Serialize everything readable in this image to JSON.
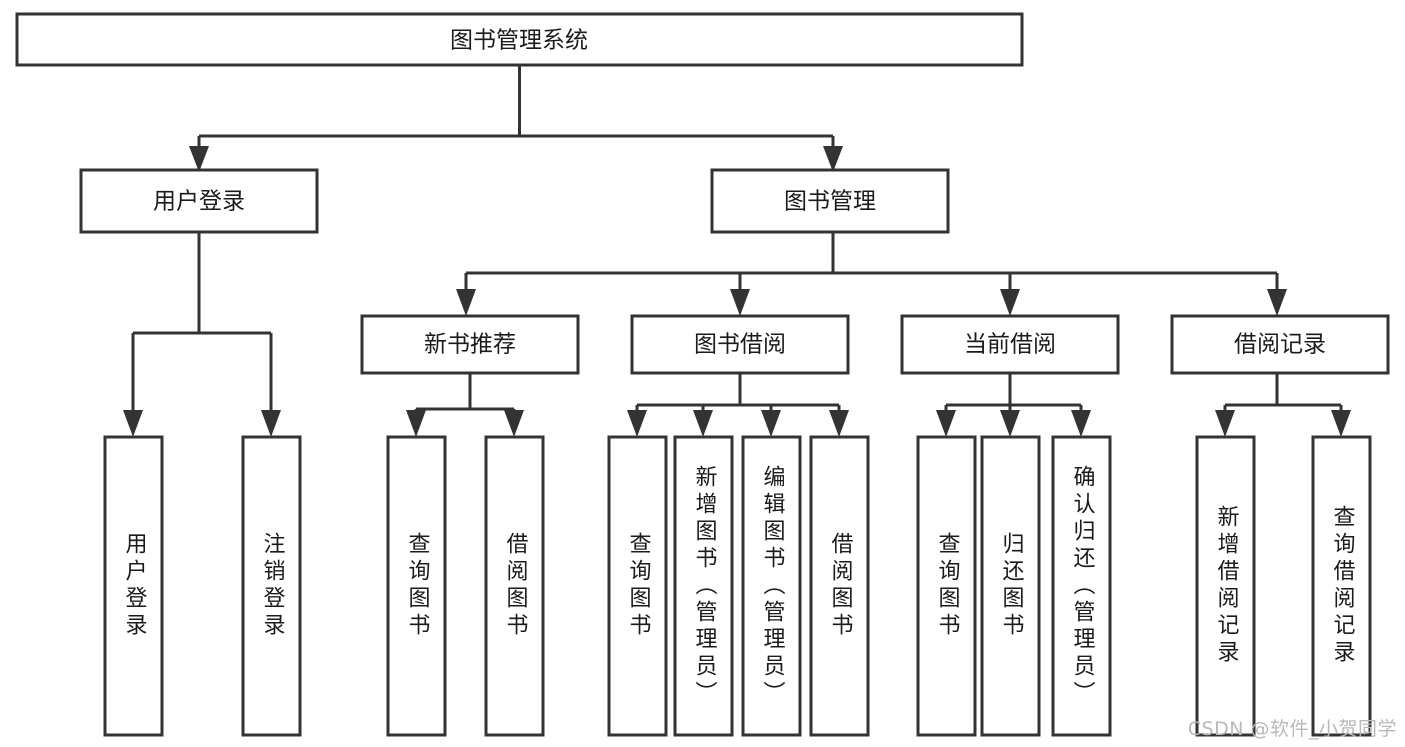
{
  "diagram": {
    "title": "图书管理系统",
    "type": "tree-hierarchy",
    "watermark": "CSDN @软件_小贺同学",
    "colors": {
      "stroke": "#333333",
      "fill": "#ffffff",
      "text": "#1b1b1b",
      "watermark": "#b9b9b9"
    },
    "levels": {
      "root": "图书管理系统",
      "level2": [
        "用户登录",
        "图书管理"
      ],
      "level3": [
        "新书推荐",
        "图书借阅",
        "当前借阅",
        "借阅记录"
      ]
    },
    "nodes": {
      "root": {
        "label": "图书管理系统",
        "orientation": "horizontal"
      },
      "user_login": {
        "label": "用户登录",
        "orientation": "horizontal"
      },
      "book_manage": {
        "label": "图书管理",
        "orientation": "horizontal"
      },
      "new_book_rec": {
        "label": "新书推荐",
        "orientation": "horizontal"
      },
      "book_borrow": {
        "label": "图书借阅",
        "orientation": "horizontal"
      },
      "current_borrow": {
        "label": "当前借阅",
        "orientation": "horizontal"
      },
      "borrow_record": {
        "label": "借阅记录",
        "orientation": "horizontal"
      },
      "leaf_user_login": {
        "label": "用户登录",
        "orientation": "vertical"
      },
      "leaf_logout": {
        "label": "注销登录",
        "orientation": "vertical"
      },
      "leaf_query_book_rec": {
        "label": "查询图书",
        "orientation": "vertical"
      },
      "leaf_borrow_book_rec": {
        "label": "借阅图书",
        "orientation": "vertical"
      },
      "leaf_query_book_b": {
        "label": "查询图书",
        "orientation": "vertical"
      },
      "leaf_add_book": {
        "label": "新增图书（管理员）",
        "orientation": "vertical"
      },
      "leaf_edit_book": {
        "label": "编辑图书（管理员）",
        "orientation": "vertical"
      },
      "leaf_borrow_book_b": {
        "label": "借阅图书",
        "orientation": "vertical"
      },
      "leaf_query_book_c": {
        "label": "查询图书",
        "orientation": "vertical"
      },
      "leaf_return_book": {
        "label": "归还图书",
        "orientation": "vertical"
      },
      "leaf_confirm_return": {
        "label": "确认归还（管理员）",
        "orientation": "vertical"
      },
      "leaf_add_record": {
        "label": "新增借阅记录",
        "orientation": "vertical"
      },
      "leaf_query_record": {
        "label": "查询借阅记录",
        "orientation": "vertical"
      }
    },
    "edges": [
      {
        "from": "图书管理系统",
        "to": "用户登录"
      },
      {
        "from": "图书管理系统",
        "to": "图书管理"
      },
      {
        "from": "图书管理",
        "to": "新书推荐"
      },
      {
        "from": "图书管理",
        "to": "图书借阅"
      },
      {
        "from": "图书管理",
        "to": "当前借阅"
      },
      {
        "from": "图书管理",
        "to": "借阅记录"
      },
      {
        "from": "用户登录",
        "to": "用户登录"
      },
      {
        "from": "用户登录",
        "to": "注销登录"
      },
      {
        "from": "新书推荐",
        "to": "查询图书"
      },
      {
        "from": "新书推荐",
        "to": "借阅图书"
      },
      {
        "from": "图书借阅",
        "to": "查询图书"
      },
      {
        "from": "图书借阅",
        "to": "新增图书（管理员）"
      },
      {
        "from": "图书借阅",
        "to": "编辑图书（管理员）"
      },
      {
        "from": "图书借阅",
        "to": "借阅图书"
      },
      {
        "from": "当前借阅",
        "to": "查询图书"
      },
      {
        "from": "当前借阅",
        "to": "归还图书"
      },
      {
        "from": "当前借阅",
        "to": "确认归还（管理员）"
      },
      {
        "from": "借阅记录",
        "to": "新增借阅记录"
      },
      {
        "from": "借阅记录",
        "to": "查询借阅记录"
      }
    ]
  }
}
